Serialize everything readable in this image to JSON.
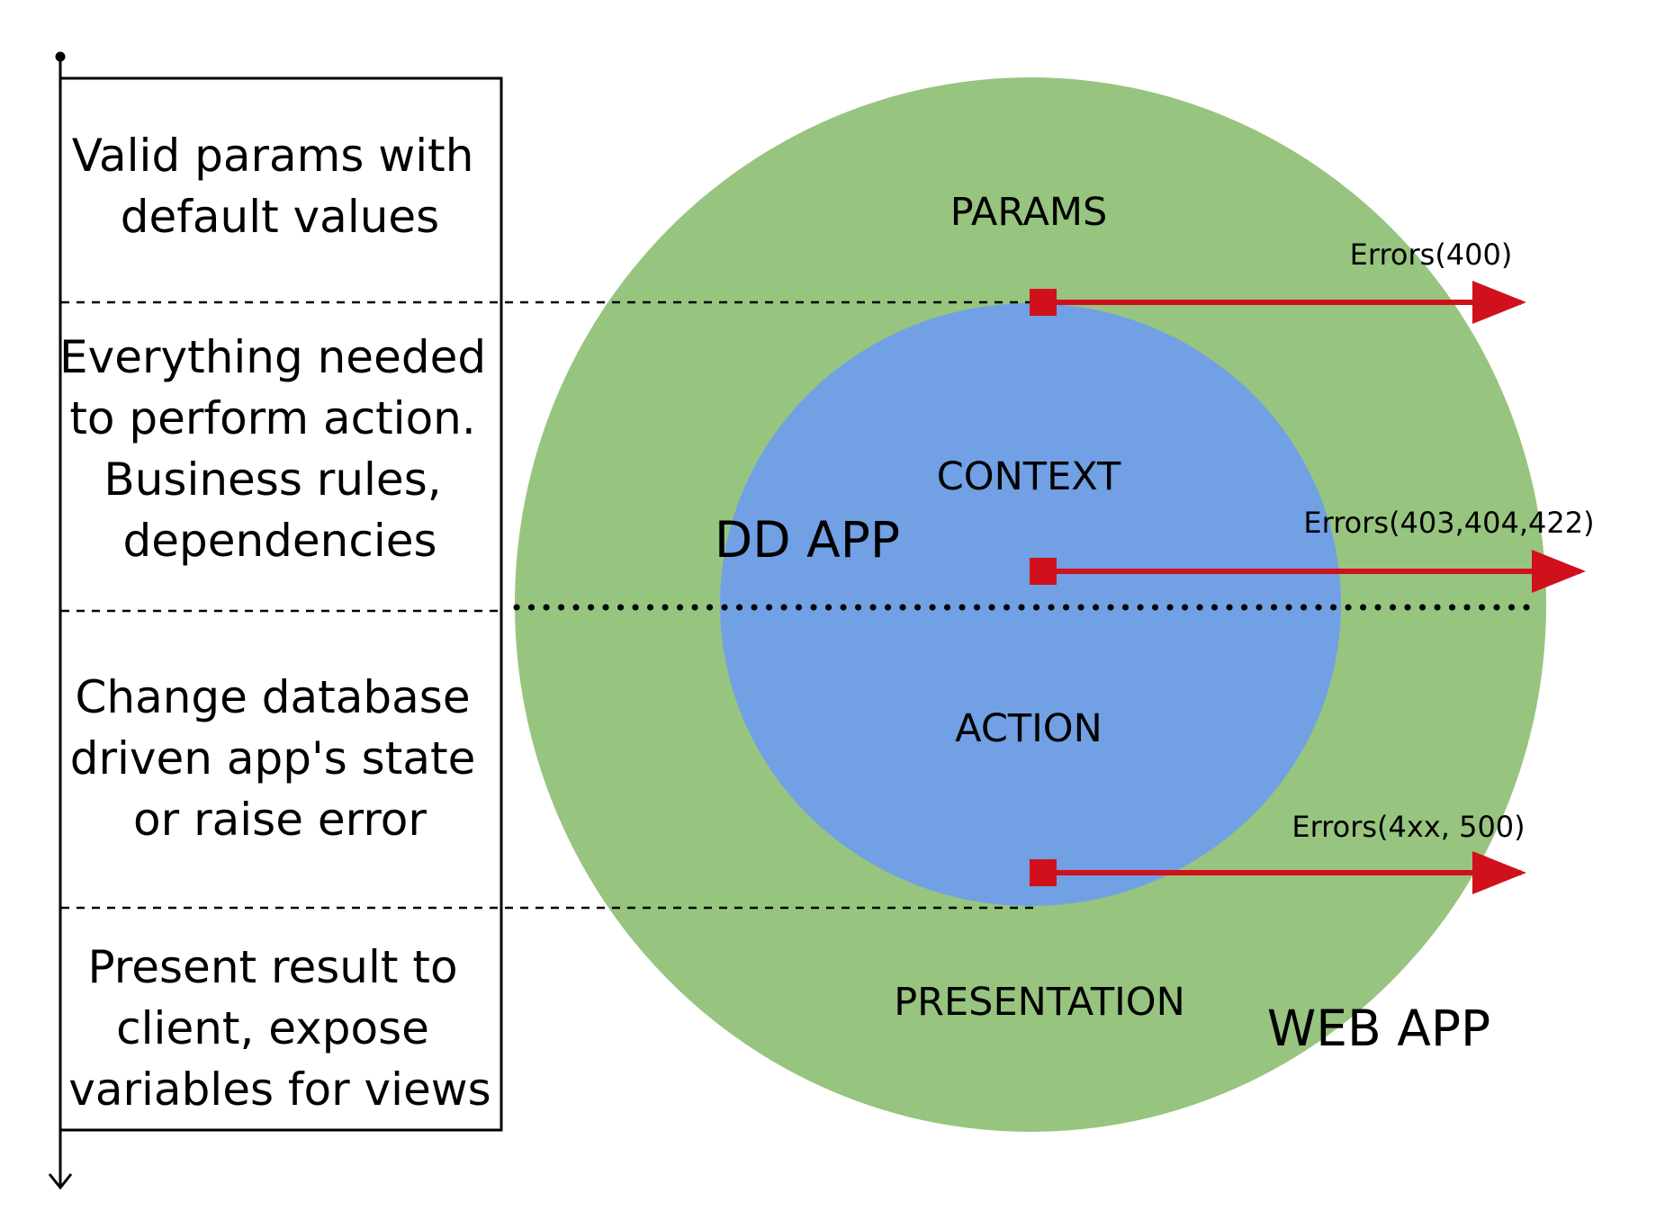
{
  "steps": [
    {
      "lines": [
        "Valid params with",
        "default values"
      ]
    },
    {
      "lines": [
        "Everything needed",
        "to perform action.",
        "Business rules,",
        "dependencies"
      ]
    },
    {
      "lines": [
        "Change database",
        "driven app's state",
        "or raise error"
      ]
    },
    {
      "lines": [
        "Present result to",
        "client, expose",
        "variables for views"
      ]
    }
  ],
  "layers": {
    "params": "PARAMS",
    "context": "CONTEXT",
    "action": "ACTION",
    "presentation": "PRESENTATION"
  },
  "apps": {
    "inner": "DD APP",
    "outer": "WEB APP"
  },
  "errors": [
    {
      "label": "Errors(400)"
    },
    {
      "label": "Errors(403,404,422)"
    },
    {
      "label": "Errors(4xx, 500)"
    }
  ],
  "colors": {
    "outer_circle": "#97c47f",
    "inner_circle": "#71a0e4",
    "error_arrow": "#d0111b",
    "lines": "#000000",
    "background": "#ffffff"
  }
}
